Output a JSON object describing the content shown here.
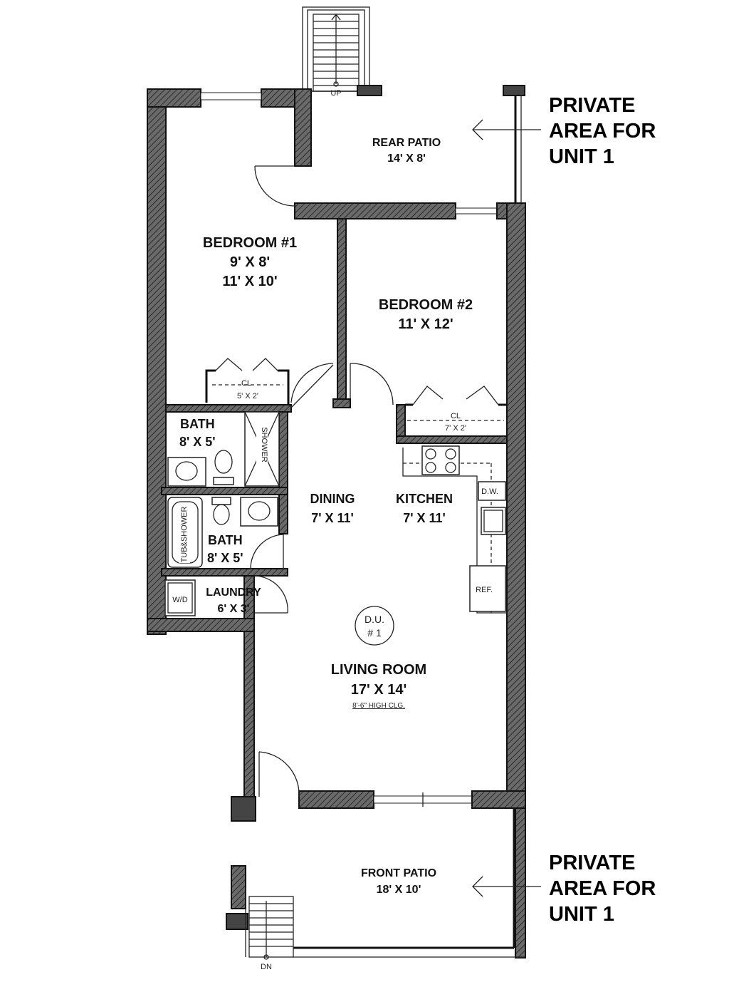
{
  "rooms": {
    "rear_patio": {
      "name": "REAR PATIO",
      "size": "14' X 8'"
    },
    "bedroom1": {
      "name": "BEDROOM #1",
      "size1": "9' X 8'",
      "size2": "11' X 10'"
    },
    "bedroom2": {
      "name": "BEDROOM #2",
      "size": "11' X 12'"
    },
    "closet1": {
      "name": "CL",
      "size": "5' X 2'"
    },
    "closet2": {
      "name": "CL",
      "size": "7' X 2'"
    },
    "bath1": {
      "name": "BATH",
      "size": "8' X 5'"
    },
    "bath2": {
      "name": "BATH",
      "size": "8' X 5'"
    },
    "dining": {
      "name": "DINING",
      "size": "7' X 11'"
    },
    "kitchen": {
      "name": "KITCHEN",
      "size": "7' X 11'"
    },
    "laundry": {
      "name": "LAUNDRY",
      "size": "6' X 3'"
    },
    "living": {
      "name": "LIVING ROOM",
      "size": "17' X 14'",
      "ceiling": "8'-6\" HIGH CLG."
    },
    "front_patio": {
      "name": "FRONT PATIO",
      "size": "18' X 10'"
    }
  },
  "fixtures": {
    "shower": "SHOWER",
    "tub": "TUB&SHOWER",
    "dishwasher": "D.W.",
    "refrigerator": "REF.",
    "washer_dryer": "W/D"
  },
  "unit_tag": {
    "line1": "D.U.",
    "line2": "# 1"
  },
  "stairs": {
    "up": "UP",
    "down": "DN"
  },
  "callouts": {
    "rear": [
      "PRIVATE",
      "AREA FOR",
      "UNIT 1"
    ],
    "front": [
      "PRIVATE",
      "AREA FOR",
      "UNIT 1"
    ]
  }
}
